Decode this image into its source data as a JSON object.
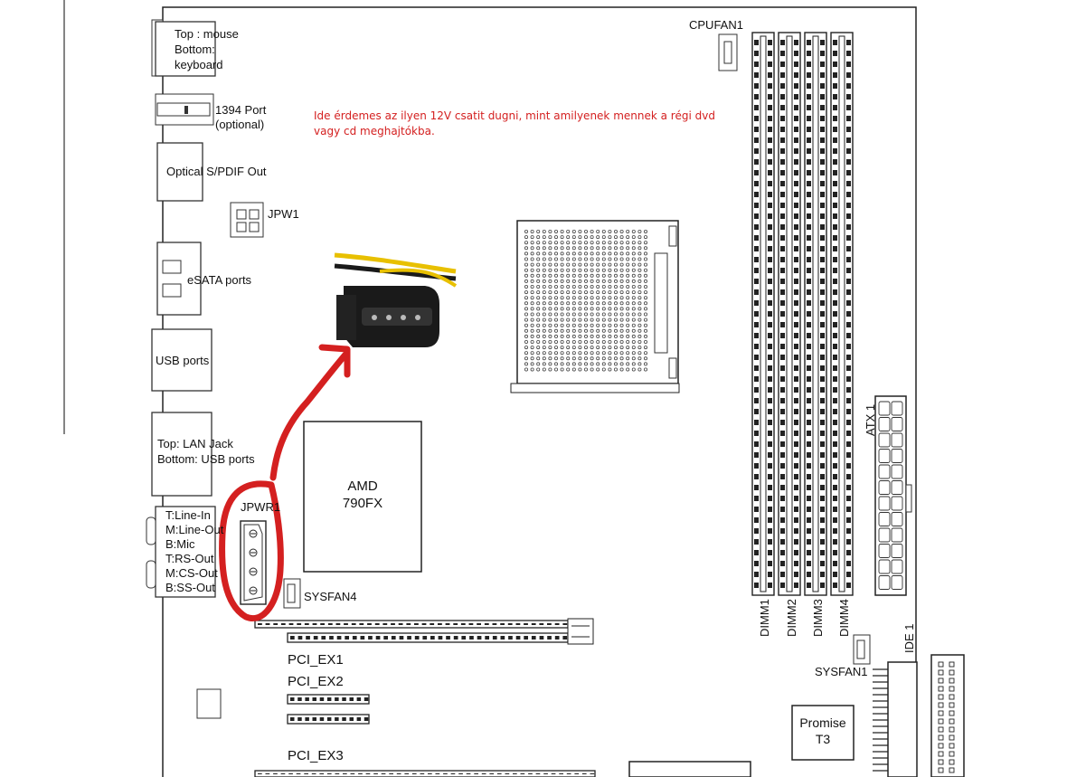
{
  "ports": {
    "mouse_keyboard": [
      "Top : mouse",
      "Bottom:",
      "keyboard"
    ],
    "port_1394": [
      "1394 Port",
      "(optional)"
    ],
    "optical": "Optical S/PDIF Out",
    "jpw1": "JPW1",
    "esata": "eSATA ports",
    "usb": "USB ports",
    "lan_usb": [
      "Top: LAN Jack",
      "Bottom: USB ports"
    ],
    "audio": [
      "T:Line-In",
      "M:Line-Out",
      "B:Mic",
      "T:RS-Out",
      "M:CS-Out",
      "B:SS-Out"
    ]
  },
  "connectors": {
    "cpufan": "CPUFAN1",
    "jpwr1": "JPWR1",
    "sysfan4": "SYSFAN4",
    "sysfan1": "SYSFAN1",
    "atx": "ATX 1",
    "ide": "IDE 1"
  },
  "chipset": {
    "line1": "AMD",
    "line2": "790FX"
  },
  "promise": {
    "line1": "Promise",
    "line2": "T3"
  },
  "slots": {
    "pci1": "PCI_EX1",
    "pci2": "PCI_EX2",
    "pci3": "PCI_EX3"
  },
  "dimms": [
    "DIMM1",
    "DIMM2",
    "DIMM3",
    "DIMM4"
  ],
  "annotation": {
    "note": "Ide érdemes az ilyen 12V csatit dugni, mint amilyenek mennek a régi dvd vagy cd meghajtókba.",
    "color": "#d42020"
  }
}
